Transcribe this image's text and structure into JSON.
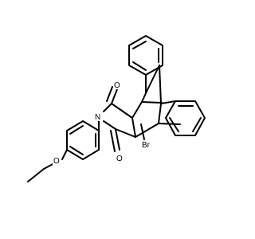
{
  "labels": {
    "oxygen_upper": "O",
    "oxygen_lower": "O",
    "nitrogen": "N",
    "bromine": "Br",
    "oxygen_ether": "O"
  }
}
